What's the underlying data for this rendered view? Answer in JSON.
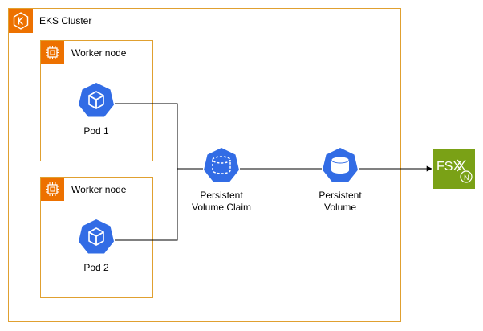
{
  "cluster": {
    "title": "EKS Cluster",
    "icon": "eks-icon",
    "color": "#ED7100",
    "border_color": "#E0A030"
  },
  "worker_nodes": [
    {
      "title": "Worker node",
      "icon": "ec2-instance-icon",
      "pod_label": "Pod 1"
    },
    {
      "title": "Worker node",
      "icon": "ec2-instance-icon",
      "pod_label": "Pod 2"
    }
  ],
  "pvc": {
    "label_line1": "Persistent",
    "label_line2": "Volume Claim",
    "icon": "pvc-icon"
  },
  "pv": {
    "label_line1": "Persistent",
    "label_line2": "Volume",
    "icon": "pv-icon"
  },
  "fsx": {
    "icon": "fsx-ontap-icon",
    "icon_text": "FSX",
    "badge_letter": "N",
    "color": "#7AA116"
  },
  "k8s_color": "#326CE5"
}
